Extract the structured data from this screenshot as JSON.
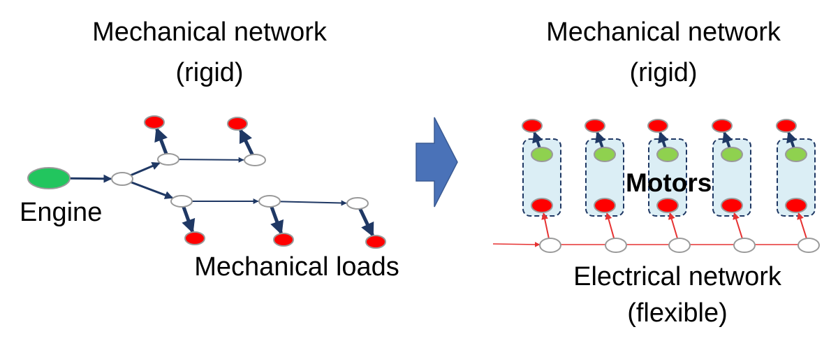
{
  "left_panel": {
    "title_line1": "Mechanical network",
    "title_line2": "(rigid)",
    "engine_label": "Engine",
    "loads_label": "Mechanical loads"
  },
  "right_panel": {
    "title_line1": "Mechanical network",
    "title_line2": "(rigid)",
    "motors_label": "Motors",
    "bottom_line1": "Electrical network",
    "bottom_line2": "(flexible)"
  },
  "colors": {
    "mech_edge": "#1f3864",
    "elec_edge": "#e63232",
    "load_node": "#ff0000",
    "engine_node": "#22c55e",
    "motor_input_node": "#8fd14f",
    "motor_box_fill": "#dbeef5",
    "motor_box_border": "#1f3864",
    "junction_node": "#ffffff",
    "arrow_fill": "#4a72b8"
  }
}
